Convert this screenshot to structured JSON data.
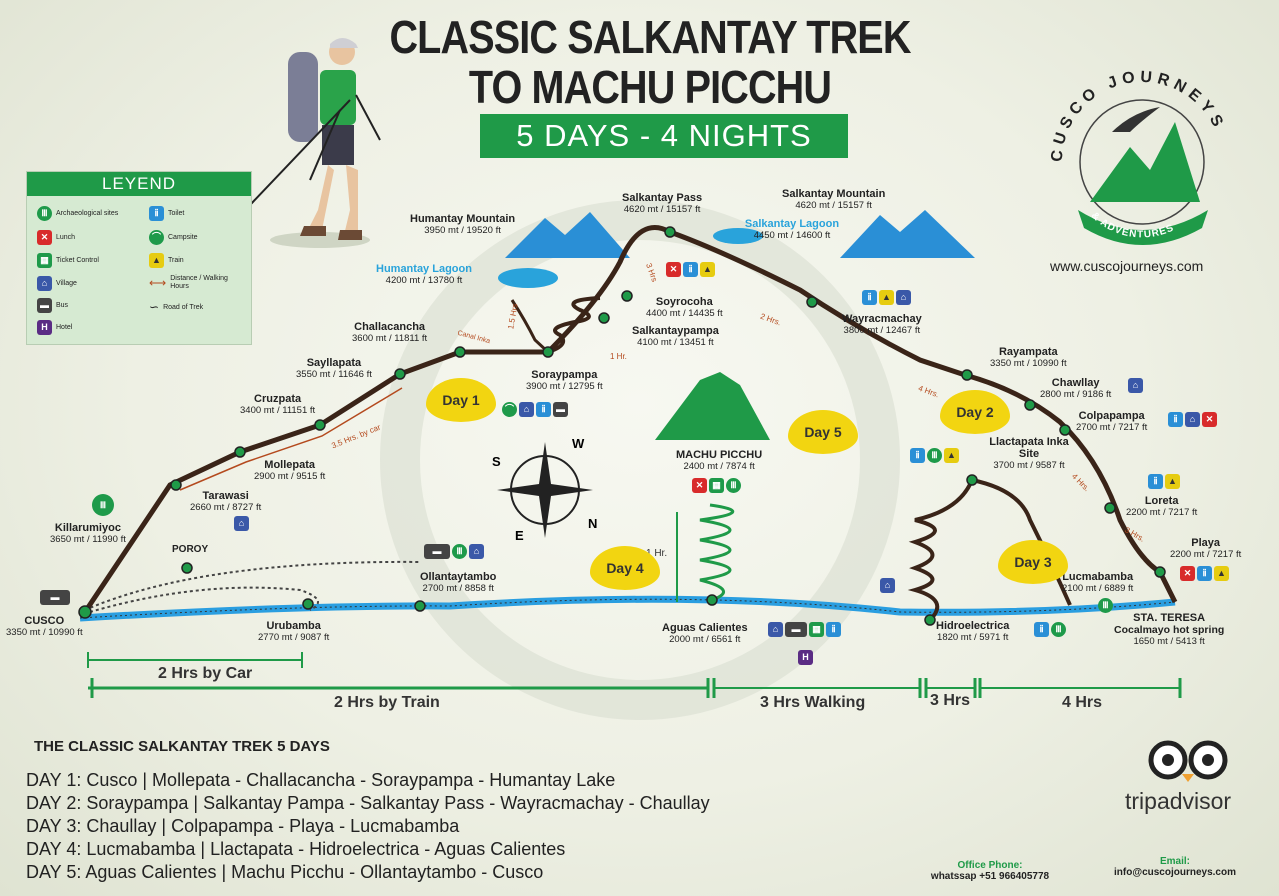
{
  "header": {
    "title_line1": "CLASSIC SALKANTAY TREK",
    "title_line2": "TO MACHU PICCHU",
    "subtitle": "5 DAYS - 4 NIGHTS"
  },
  "legend": {
    "title": "LEYEND",
    "items": [
      {
        "icon": "archaeological-site-icon",
        "label": "Archaeological sites"
      },
      {
        "icon": "lunch-icon",
        "label": "Lunch"
      },
      {
        "icon": "ticket-control-icon",
        "label": "Ticket Control"
      },
      {
        "icon": "village-icon",
        "label": "Village"
      },
      {
        "icon": "bus-icon",
        "label": "Bus"
      },
      {
        "icon": "hotel-icon",
        "label": "Hotel"
      },
      {
        "icon": "toilet-icon",
        "label": "Toilet"
      },
      {
        "icon": "campsite-icon",
        "label": "Campsite"
      },
      {
        "icon": "train-icon",
        "label": "Train"
      },
      {
        "icon": "distance-icon",
        "label": "Distance / Walking Hours"
      },
      {
        "icon": "road-icon",
        "label": "Road of Trek"
      }
    ]
  },
  "brand": {
    "name_top": "CUSCO JOURNEYS",
    "name_bottom": "& ADVENTURES",
    "website": "www.cuscojourneys.com",
    "tripadvisor": "tripadvisor",
    "colors": {
      "green": "#1f9a48",
      "route": "#3a2418",
      "train": "#2a9ee0",
      "day": "#f2d511"
    }
  },
  "places": {
    "humantay_mountain": {
      "name": "Humantay Mountain",
      "alt": "3950 mt / 19520 ft"
    },
    "humantay_lagoon": {
      "name": "Humantay Lagoon",
      "alt": "4200 mt / 13780 ft"
    },
    "salkantay_pass": {
      "name": "Salkantay Pass",
      "alt": "4620 mt / 15157 ft"
    },
    "salkantay_mountain": {
      "name": "Salkantay Mountain",
      "alt": "4620 mt / 15157 ft"
    },
    "salkantay_lagoon": {
      "name": "Salkantay Lagoon",
      "alt": "4450 mt / 14600 ft"
    },
    "soyrocoha": {
      "name": "Soyrocoha",
      "alt": "4400 mt / 14435 ft"
    },
    "salkantaypampa": {
      "name": "Salkantaypampa",
      "alt": "4100 mt / 13451 ft"
    },
    "challacancha": {
      "name": "Challacancha",
      "alt": "3600 mt / 11811 ft"
    },
    "soraypampa": {
      "name": "Soraypampa",
      "alt": "3900 mt / 12795 ft"
    },
    "sayllapata": {
      "name": "Sayllapata",
      "alt": "3550 mt / 11646 ft"
    },
    "cruzpata": {
      "name": "Cruzpata",
      "alt": "3400 mt / 11151 ft"
    },
    "mollepata": {
      "name": "Mollepata",
      "alt": "2900 mt / 9515 ft"
    },
    "tarawasi": {
      "name": "Tarawasi",
      "alt": "2660 mt / 8727 ft"
    },
    "killarumiyoc": {
      "name": "Killarumiyoc",
      "alt": "3650 mt / 11990 ft"
    },
    "poroy": {
      "name": "POROY"
    },
    "cusco": {
      "name": "CUSCO",
      "alt": "3350 mt / 10990 ft"
    },
    "urubamba": {
      "name": "Urubamba",
      "alt": "2770 mt / 9087 ft"
    },
    "ollantaytambo": {
      "name": "Ollantaytambo",
      "alt": "2700 mt / 8858 ft"
    },
    "machu_picchu": {
      "name": "MACHU PICCHU",
      "alt": "2400 mt / 7874 ft"
    },
    "aguas_calientes": {
      "name": "Aguas Calientes",
      "alt": "2000 mt / 6561 ft"
    },
    "wayracmachay": {
      "name": "Wayracmachay",
      "alt": "3800 mt / 12467 ft"
    },
    "rayampata": {
      "name": "Rayampata",
      "alt": "3350 mt / 10990 ft"
    },
    "chawllay": {
      "name": "Chawllay",
      "alt": "2800 mt / 9186 ft"
    },
    "colpapampa": {
      "name": "Colpapampa",
      "alt": "2700 mt / 7217 ft"
    },
    "llactapata": {
      "name": "Llactapata Inka Site",
      "alt": "3700 mt / 9587 ft"
    },
    "loreta": {
      "name": "Loreta",
      "alt": "2200 mt / 7217 ft"
    },
    "playa": {
      "name": "Playa",
      "alt": "2200 mt / 7217 ft"
    },
    "lucmabamba": {
      "name": "Lucmabamba",
      "alt": "2100 mt / 6889 ft"
    },
    "hidroelectrica": {
      "name": "Hidroelectrica",
      "alt": "1820 mt / 5971 ft"
    },
    "sta_teresa": {
      "name": "STA. TERESA",
      "name2": "Cocalmayo hot spring",
      "alt": "1650 mt / 5413 ft"
    }
  },
  "route_notes": {
    "canal_inka": "Canal Inka",
    "hrs_15": "1.5 Hrs",
    "hr_1": "1 Hr.",
    "hrs_3": "3 Hrs",
    "hrs_2": "2 Hrs.",
    "hrs_4a": "4 Hrs.",
    "hrs_4b": "4 Hrs.",
    "hrs_3b": "3 Hrs.",
    "by_car": "3.5 Hrs. by car",
    "mp_hr": "1 Hr."
  },
  "days": {
    "d1": "Day 1",
    "d2": "Day 2",
    "d3": "Day 3",
    "d4": "Day 4",
    "d5": "Day 5"
  },
  "compass": {
    "n": "N",
    "s": "S",
    "e": "E",
    "w": "W"
  },
  "scale": {
    "car": "2 Hrs by Car",
    "train": "2 Hrs by Train",
    "walking": "3 Hrs Walking",
    "hrs3": "3 Hrs",
    "hrs4": "4 Hrs"
  },
  "itinerary": {
    "title": "THE CLASSIC SALKANTAY TREK 5 DAYS",
    "days": [
      "DAY 1: Cusco |  Mollepata - Challacancha - Soraypampa - Humantay Lake",
      "DAY 2: Soraypampa | Salkantay Pampa - Salkantay Pass - Wayracmachay - Chaullay",
      "DAY 3: Chaullay |  Colpapampa - Playa - Lucmabamba",
      "DAY 4: Lucmabamba | Llactapata -  Hidroelectrica - Aguas Calientes",
      "DAY 5: Aguas Calientes | Machu Picchu - Ollantaytambo - Cusco"
    ]
  },
  "contact": {
    "office_label": "Office Phone:",
    "office_value": "whatssap +51 966405778",
    "email_label": "Email:",
    "email_value": "info@cuscojourneys.com"
  }
}
